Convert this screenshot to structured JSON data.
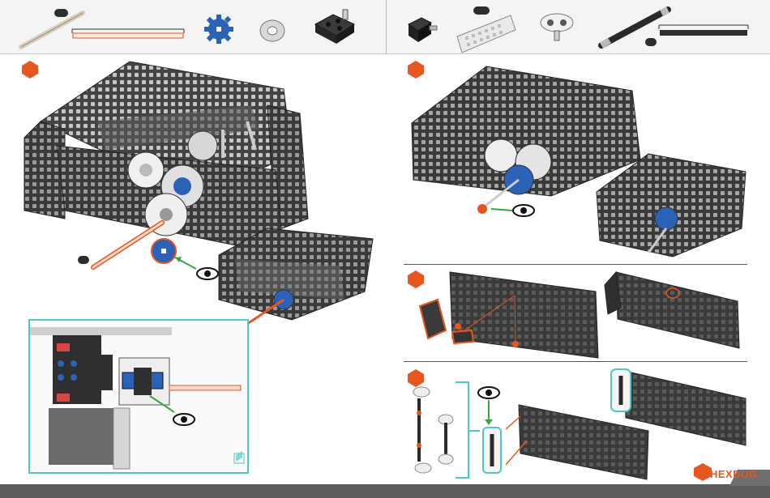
{
  "brand": {
    "name": "HEXBUG",
    "accent": "#e8561d",
    "footer_color": "#5c5c5c"
  },
  "colors": {
    "beam": "#2f2f2f",
    "gear_blue": "#2a62b8",
    "highlight_orange": "#e8561d",
    "arrow_green": "#35a845",
    "zoom_frame": "#4ec7c7"
  },
  "parts_left": [
    "long-axle",
    "blue-gear",
    "washer",
    "corner-connector"
  ],
  "parts_right": [
    "pin-connector",
    "beam-plate",
    "offset-connector",
    "long-axle-black"
  ],
  "steps_left": [
    {
      "id": "step-a"
    }
  ],
  "steps_right": [
    {
      "id": "step-b"
    },
    {
      "id": "step-c"
    },
    {
      "id": "step-d"
    }
  ]
}
